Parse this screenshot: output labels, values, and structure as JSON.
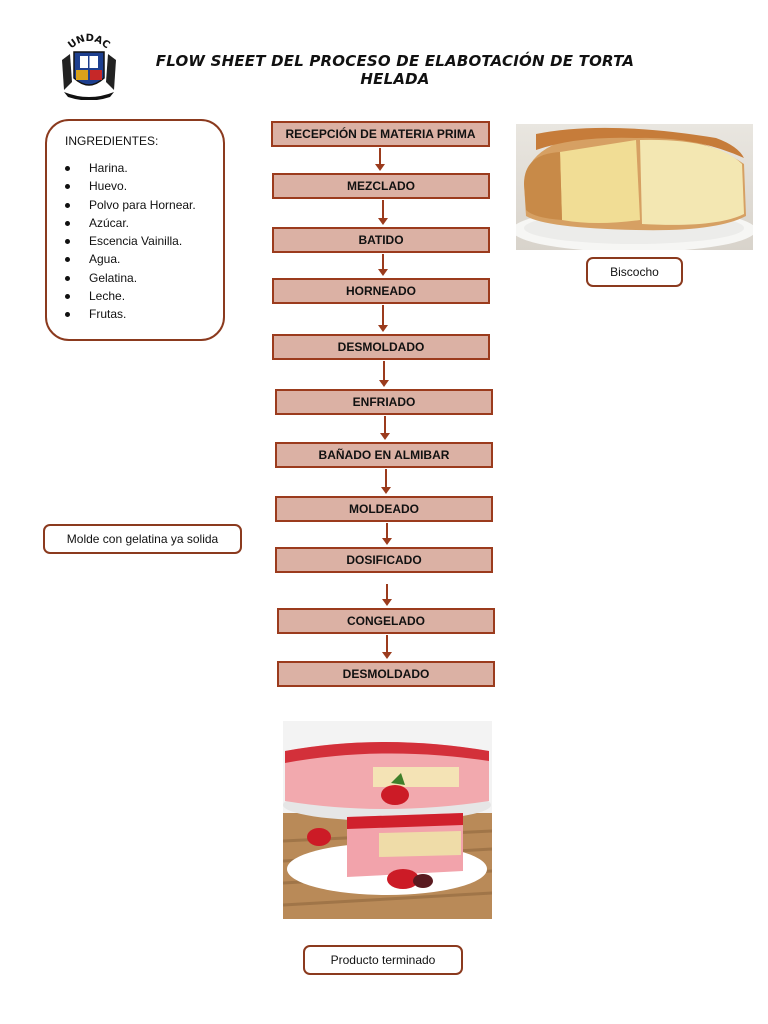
{
  "header": {
    "logo_text": "UNDAC",
    "title": "FLOW SHEET DEL PROCESO DE ELABOTACIÓN DE TORTA HELADA"
  },
  "ingredients": {
    "title": "INGREDIENTES:",
    "items": [
      "Harina.",
      "Huevo.",
      "Polvo para Hornear.",
      "Azúcar.",
      "Escencia Vainilla.",
      "Agua.",
      "Gelatina.",
      "Leche.",
      "Frutas."
    ]
  },
  "flow": {
    "steps": [
      "RECEPCIÓN DE MATERIA PRIMA",
      "MEZCLADO",
      "BATIDO",
      "HORNEADO",
      "DESMOLDADO",
      "ENFRIADO",
      "BAÑADO EN ALMIBAR",
      "MOLDEADO",
      "DOSIFICADO",
      "CONGELADO",
      "DESMOLDADO"
    ]
  },
  "callouts": {
    "sponge": "Biscocho",
    "mold": "Molde con gelatina ya solida",
    "final": "Producto terminado"
  },
  "colors": {
    "step_fill": "#dbb1a4",
    "step_border": "#9b3b1d",
    "callout_border": "#8b3a1e"
  }
}
